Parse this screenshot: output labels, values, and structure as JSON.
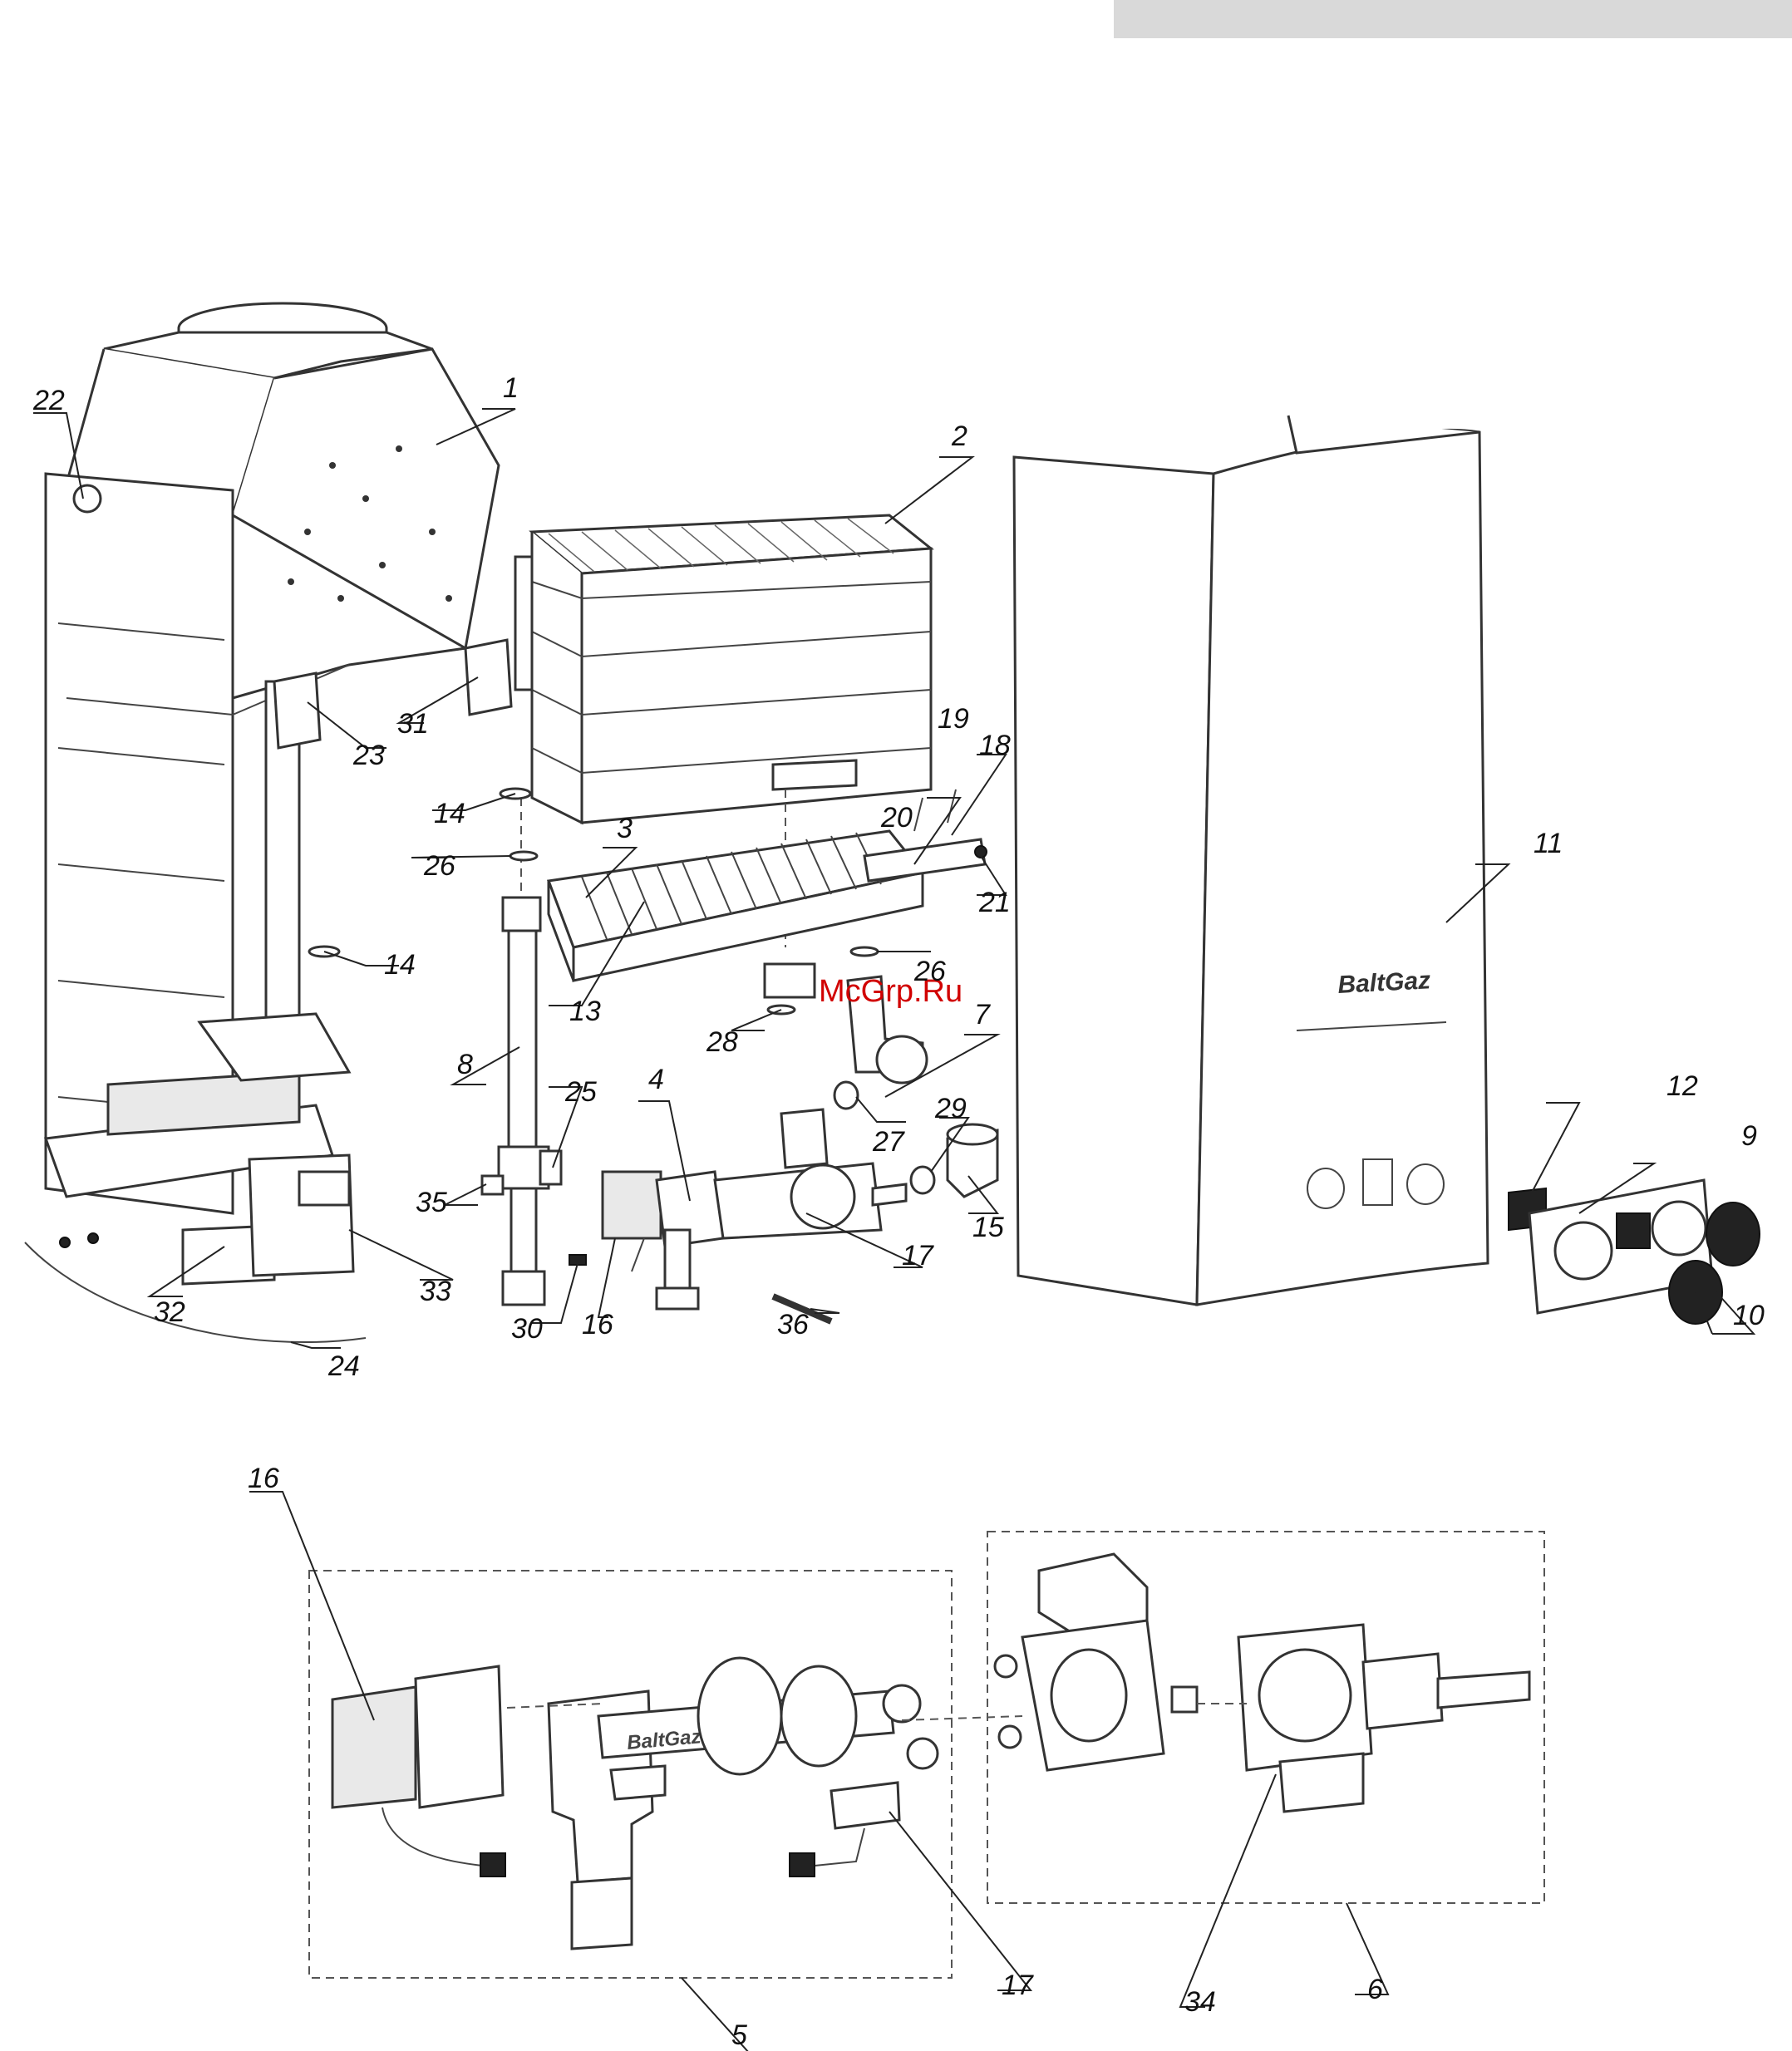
{
  "colors": {
    "header_bar": "#d9d9d9",
    "ink": "#222222",
    "watermark": "#d10000"
  },
  "watermark": "McGrp.Ru",
  "brand_mark": "BaltGaz",
  "part_labels": [
    {
      "id": "l1",
      "text": "1"
    },
    {
      "id": "l2",
      "text": "2"
    },
    {
      "id": "l3",
      "text": "3"
    },
    {
      "id": "l4",
      "text": "4"
    },
    {
      "id": "l7",
      "text": "7"
    },
    {
      "id": "l8",
      "text": "8"
    },
    {
      "id": "l9",
      "text": "9"
    },
    {
      "id": "l10",
      "text": "10"
    },
    {
      "id": "l11",
      "text": "11"
    },
    {
      "id": "l12",
      "text": "12"
    },
    {
      "id": "l13",
      "text": "13"
    },
    {
      "id": "l14a",
      "text": "14"
    },
    {
      "id": "l14b",
      "text": "14"
    },
    {
      "id": "l15",
      "text": "15"
    },
    {
      "id": "l16",
      "text": "16"
    },
    {
      "id": "l17",
      "text": "17"
    },
    {
      "id": "l18",
      "text": "18"
    },
    {
      "id": "l19",
      "text": "19"
    },
    {
      "id": "l20",
      "text": "20"
    },
    {
      "id": "l21",
      "text": "21"
    },
    {
      "id": "l22",
      "text": "22"
    },
    {
      "id": "l23",
      "text": "23"
    },
    {
      "id": "l24",
      "text": "24"
    },
    {
      "id": "l25",
      "text": "25"
    },
    {
      "id": "l26a",
      "text": "26"
    },
    {
      "id": "l26b",
      "text": "26"
    },
    {
      "id": "l27",
      "text": "27"
    },
    {
      "id": "l28",
      "text": "28"
    },
    {
      "id": "l29",
      "text": "29"
    },
    {
      "id": "l30",
      "text": "30"
    },
    {
      "id": "l31",
      "text": "31"
    },
    {
      "id": "l32",
      "text": "32"
    },
    {
      "id": "l33",
      "text": "33"
    },
    {
      "id": "l35",
      "text": "35"
    },
    {
      "id": "l36",
      "text": "36"
    }
  ],
  "detail_labels": [
    {
      "id": "d16",
      "text": "16"
    },
    {
      "id": "d17",
      "text": "17"
    },
    {
      "id": "d34",
      "text": "34"
    },
    {
      "id": "d6",
      "text": "6"
    },
    {
      "id": "d5",
      "text": "5"
    }
  ]
}
